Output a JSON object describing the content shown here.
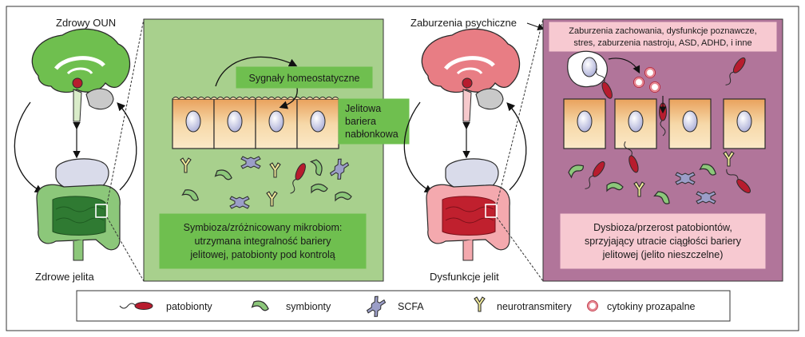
{
  "left": {
    "brain_label": "Zdrowy OUN",
    "gut_label": "Zdrowe jelita",
    "panel": {
      "signal_label": "Sygnały homeostatyczne",
      "barrier_label": [
        "Jelitowa",
        "bariera",
        "nabłonkowa"
      ],
      "summary": [
        "Symbioza/zróżnicowany mikrobiom:",
        "utrzymana integralność bariery",
        "jelitowej, patobionty pod kontrolą"
      ]
    }
  },
  "right": {
    "brain_label": "Zaburzenia psychiczne",
    "gut_label": "Dysfunkcje jelit",
    "panel": {
      "disorders": [
        "Zaburzenia zachowania, dysfunkcje poznawcze,",
        "stres, zaburzenia nastroju, ASD, ADHD, i inne"
      ],
      "summary": [
        "Dysbioza/przerost patobiontów,",
        "sprzyjający utracie ciągłości bariery",
        "jelitowej (jelito nieszczelne)"
      ]
    }
  },
  "legend": {
    "items": [
      {
        "icon": "pathobiont-icon",
        "label": "patobionty"
      },
      {
        "icon": "symbiont-icon",
        "label": "symbionty"
      },
      {
        "icon": "scfa-icon",
        "label": "SCFA"
      },
      {
        "icon": "neurotransmitter-icon",
        "label": "neurotransmitery"
      },
      {
        "icon": "cytokine-icon",
        "label": "cytokiny prozapalne"
      }
    ]
  },
  "colors": {
    "healthy_panel": "#a8d08d",
    "disease_panel": "#b1759a",
    "green_box": "#6fbf4f",
    "pink_box": "#f7c9d1",
    "pathobiont": "#b71c2e",
    "symbiont": "#8cc77a",
    "scfa": "#9b9ec8",
    "neurotransmitter": "#f2ec9b"
  }
}
